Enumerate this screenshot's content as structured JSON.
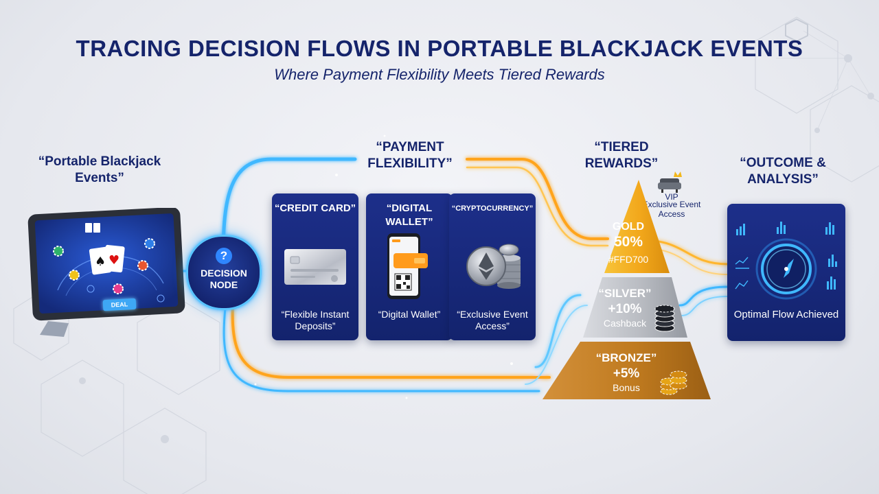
{
  "header": {
    "title": "TRACING DECISION FLOWS IN PORTABLE BLACKJACK EVENTS",
    "subtitle": "Where Payment Flexibility Meets Tiered Rewards"
  },
  "sections": {
    "portable": "“Portable Blackjack Events”",
    "payment": "“PAYMENT FLEXIBILITY”",
    "tiered": "“TIERED REWARDS”",
    "outcome": "“OUTCOME & ANALYSIS”"
  },
  "tablet": {
    "deal_button": "DEAL"
  },
  "decision_node": {
    "label": "DECISION NODE",
    "icon": "question-icon"
  },
  "payment_cards": [
    {
      "title": "“CREDIT CARD”",
      "caption": "“Flexible Instant Deposits”",
      "icon": "credit-card-icon"
    },
    {
      "title": "“DIGITAL WALLET”",
      "caption": "“Digital Wallet”",
      "icon": "phone-wallet-icon"
    },
    {
      "title": "“CRYPTOCURRENCY”",
      "caption": "“Exclusive Event Access”",
      "icon": "crypto-coins-icon"
    }
  ],
  "vip": {
    "title": "VIP",
    "text": "Exclusive Event Access",
    "icon": "vip-chair-icon"
  },
  "tiers": {
    "gold": {
      "name": "GOLD",
      "value": "50%",
      "note": "#FFD700",
      "color": "#f2a71b"
    },
    "silver": {
      "name": "“SILVER”",
      "value": "+10%",
      "note": "Cashback",
      "color": "#b9bcc2"
    },
    "bronze": {
      "name": "“BRONZE”",
      "value": "+5%",
      "note": "Bonus",
      "color": "#bf7a1f"
    }
  },
  "outcome": {
    "label": "Optimal Flow Achieved",
    "icon": "compass-gauge-icon"
  },
  "colors": {
    "navy": "#15246b",
    "cyan_flow": "#3fb8ff",
    "orange_flow": "#ffa41c"
  }
}
